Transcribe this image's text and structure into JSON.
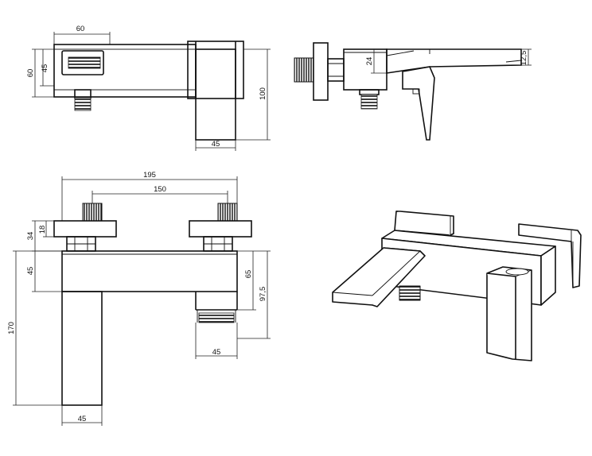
{
  "dimensions": {
    "top_width_60": "60",
    "top_height_60": "60",
    "top_height_45": "45",
    "top_height_100": "100",
    "top_bottom_45": "45",
    "side_24": "24",
    "side_12_5": "12,5",
    "front_195": "195",
    "front_150": "150",
    "front_34": "34",
    "front_18": "18",
    "front_45_left": "45",
    "front_170": "170",
    "front_65": "65",
    "front_97_5": "97,5",
    "front_45_spout": "45",
    "front_45_bottom": "45"
  }
}
